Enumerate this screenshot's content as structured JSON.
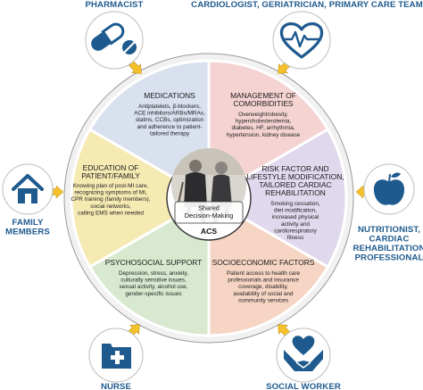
{
  "roles": {
    "pharmacist": "PHARMACIST",
    "cardiologist": "CARDIOLOGIST, GERIATRICIAN, PRIMARY CARE TEAM",
    "family": [
      "FAMILY",
      "MEMBERS"
    ],
    "nutritionist": [
      "NUTRITIONIST,",
      "CARDIAC",
      "REHABILITATION",
      "PROFESSIONAL"
    ],
    "nurse": "NURSE",
    "social_worker": "SOCIAL WORKER"
  },
  "center": {
    "shared_label": [
      "Shared",
      "Decision-Making"
    ],
    "acs": "ACS"
  },
  "sections": {
    "medications": {
      "title": [
        "MEDICATIONS"
      ],
      "body": [
        "Antiplatelets, β-blockers,",
        "ACE inhibitors/ARBs/MRAs,",
        "statins, CCBs, optimization",
        "and adherence to patient-",
        "tailored therapy"
      ]
    },
    "comorbidities": {
      "title": [
        "MANAGEMENT OF",
        "COMORBIDITIES"
      ],
      "body": [
        "Overweight/obesity,",
        "hypercholesterolemia,",
        "diabetes, HF, arrhythmia,",
        "hypertension, kidney disease"
      ]
    },
    "risk": {
      "title": [
        "RISK FACTOR AND",
        "LIFESTYLE MODIFICATION,",
        "TAILORED CARDIAC",
        "REHABILITATION"
      ],
      "body": [
        "Smoking cessation,",
        "diet modification,",
        "increased physical",
        "activity and",
        "cardiorespiratory",
        "fitness"
      ]
    },
    "socioeconomic": {
      "title": [
        "SOCIOECONOMIC FACTORS"
      ],
      "body": [
        "Patient access to health care",
        "professionals and insurance",
        "coverage, disability,",
        "availability of social and",
        "community services"
      ]
    },
    "psychosocial": {
      "title": [
        "PSYCHOSOCIAL SUPPORT"
      ],
      "body": [
        "Depression, stress, anxiety,",
        "culturally sensitive issues,",
        "sexual activity, alcohol use,",
        "gender-specific issues"
      ]
    },
    "education": {
      "title": [
        "EDUCATION OF",
        "PATIENT/FAMILY"
      ],
      "body": [
        "Knowing plan of post-MI care,",
        "recognizing symptoms of MI,",
        "CPR training (family members),",
        "social networks,",
        "calling EMS when needed"
      ]
    }
  },
  "colors": {
    "medications": "#f5d3d3",
    "comorbidities": "#e0d8ec",
    "risk": "#f6d5c4",
    "socioeconomic": "#d8e9cf",
    "psychosocial": "#f6eab3",
    "education": "#d9e1ef",
    "icon_blue": "#1e5a8e",
    "arrow": "#f4c12a"
  },
  "icons": [
    "pill-icon",
    "heart-rate-icon",
    "house-icon",
    "apple-icon",
    "medical-kit-icon",
    "hands-heart-icon",
    "elderly-couple-icon"
  ]
}
